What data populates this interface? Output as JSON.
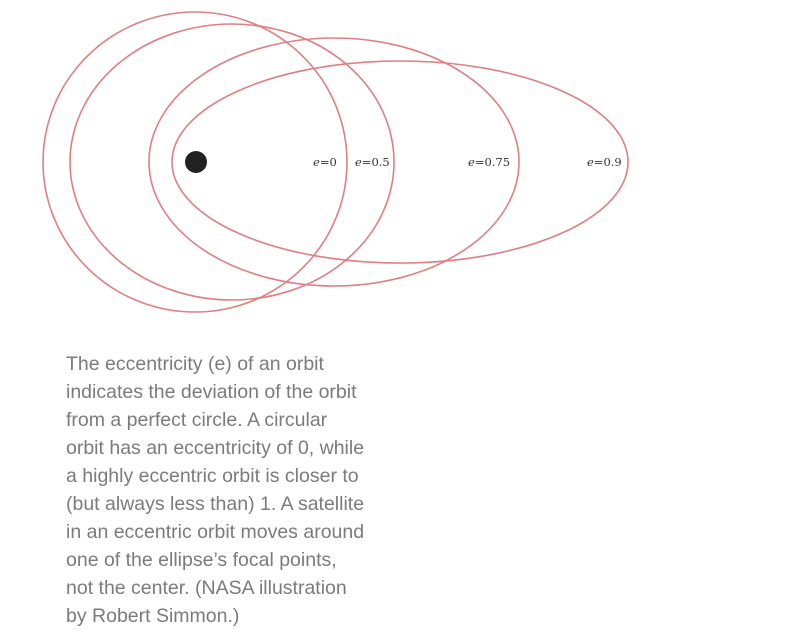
{
  "diagram": {
    "orbit_labels": [
      {
        "e": "e",
        "eq": "=0"
      },
      {
        "e": "e",
        "eq": "=0.5"
      },
      {
        "e": "e",
        "eq": "=0.75"
      },
      {
        "e": "e",
        "eq": "=0.9"
      }
    ],
    "colors": {
      "orbit": "#e07f80",
      "focus": "#222222",
      "caption": "#7b7b7b"
    }
  },
  "caption": {
    "text": "The eccentricity (e) of an orbit indicates the deviation of the orbit from a perfect circle. A circular orbit has an eccentricity of 0, while a highly eccentric orbit is closer to (but always less than) 1. A satellite in an eccentric orbit moves around one of the ellipse’s focal points, not the center. (NASA illustration by Robert Simmon.)"
  }
}
